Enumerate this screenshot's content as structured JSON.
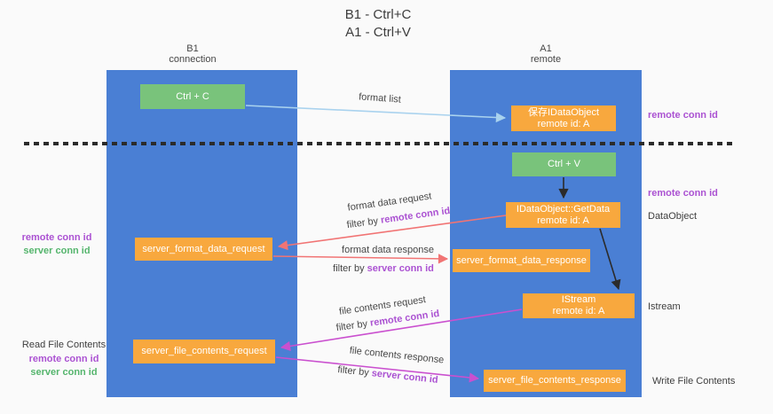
{
  "title": {
    "line1": "B1 - Ctrl+C",
    "line2": "A1 - Ctrl+V"
  },
  "lanes": {
    "left": {
      "name": "B1",
      "role": "connection"
    },
    "right": {
      "name": "A1",
      "role": "remote"
    }
  },
  "nodes": {
    "ctrl_c": "Ctrl + C",
    "ctrl_v": "Ctrl + V",
    "save_idataobject": {
      "line1": "保存IDataObject",
      "line2": "remote id: A"
    },
    "getdata": {
      "line1": "IDataObject::GetData",
      "line2": "remote id: A"
    },
    "istream": {
      "line1": "IStream",
      "line2": "remote id: A"
    },
    "format_request": "server_format_data_request",
    "format_response": "server_format_data_response",
    "file_request": "server_file_contents_request",
    "file_response": "server_file_contents_response"
  },
  "flows": {
    "format_list": "format list",
    "format_data_request": "format data request",
    "format_data_response": "format data response",
    "file_contents_request": "file contents request",
    "file_contents_response": "file contents response"
  },
  "filters": {
    "format_request": {
      "prefix": "filter by ",
      "key": "remote conn id"
    },
    "format_response": {
      "prefix": "filter by ",
      "key": "server conn id"
    },
    "file_request": {
      "prefix": "filter by ",
      "key": "remote conn id"
    },
    "file_response": {
      "prefix": "filter by ",
      "key": "server conn id"
    }
  },
  "side_labels": {
    "remote_conn_top_right": "remote conn id",
    "remote_conn_mid_right": "remote conn id",
    "dataobject": "DataObject",
    "istream": "Istream",
    "write_file_contents": "Write File Contents",
    "read_file_contents": "Read File Contents",
    "left_mid": {
      "remote": "remote conn id",
      "server": "server conn id"
    },
    "left_bottom": {
      "remote": "remote conn id",
      "server": "server conn id"
    }
  },
  "colors": {
    "background": "#fafafa",
    "lane_blue": "#4a7fd4",
    "node_green": "#79c37b",
    "node_orange": "#f8a83e",
    "arrow_light_blue": "#a9d2ee",
    "arrow_red": "#f17474",
    "arrow_magenta": "#ca50cf",
    "arrow_black": "#2b2b2b",
    "label_purple": "#ab52d2",
    "label_green": "#55b56d",
    "text_dark": "#3d3d3d"
  }
}
